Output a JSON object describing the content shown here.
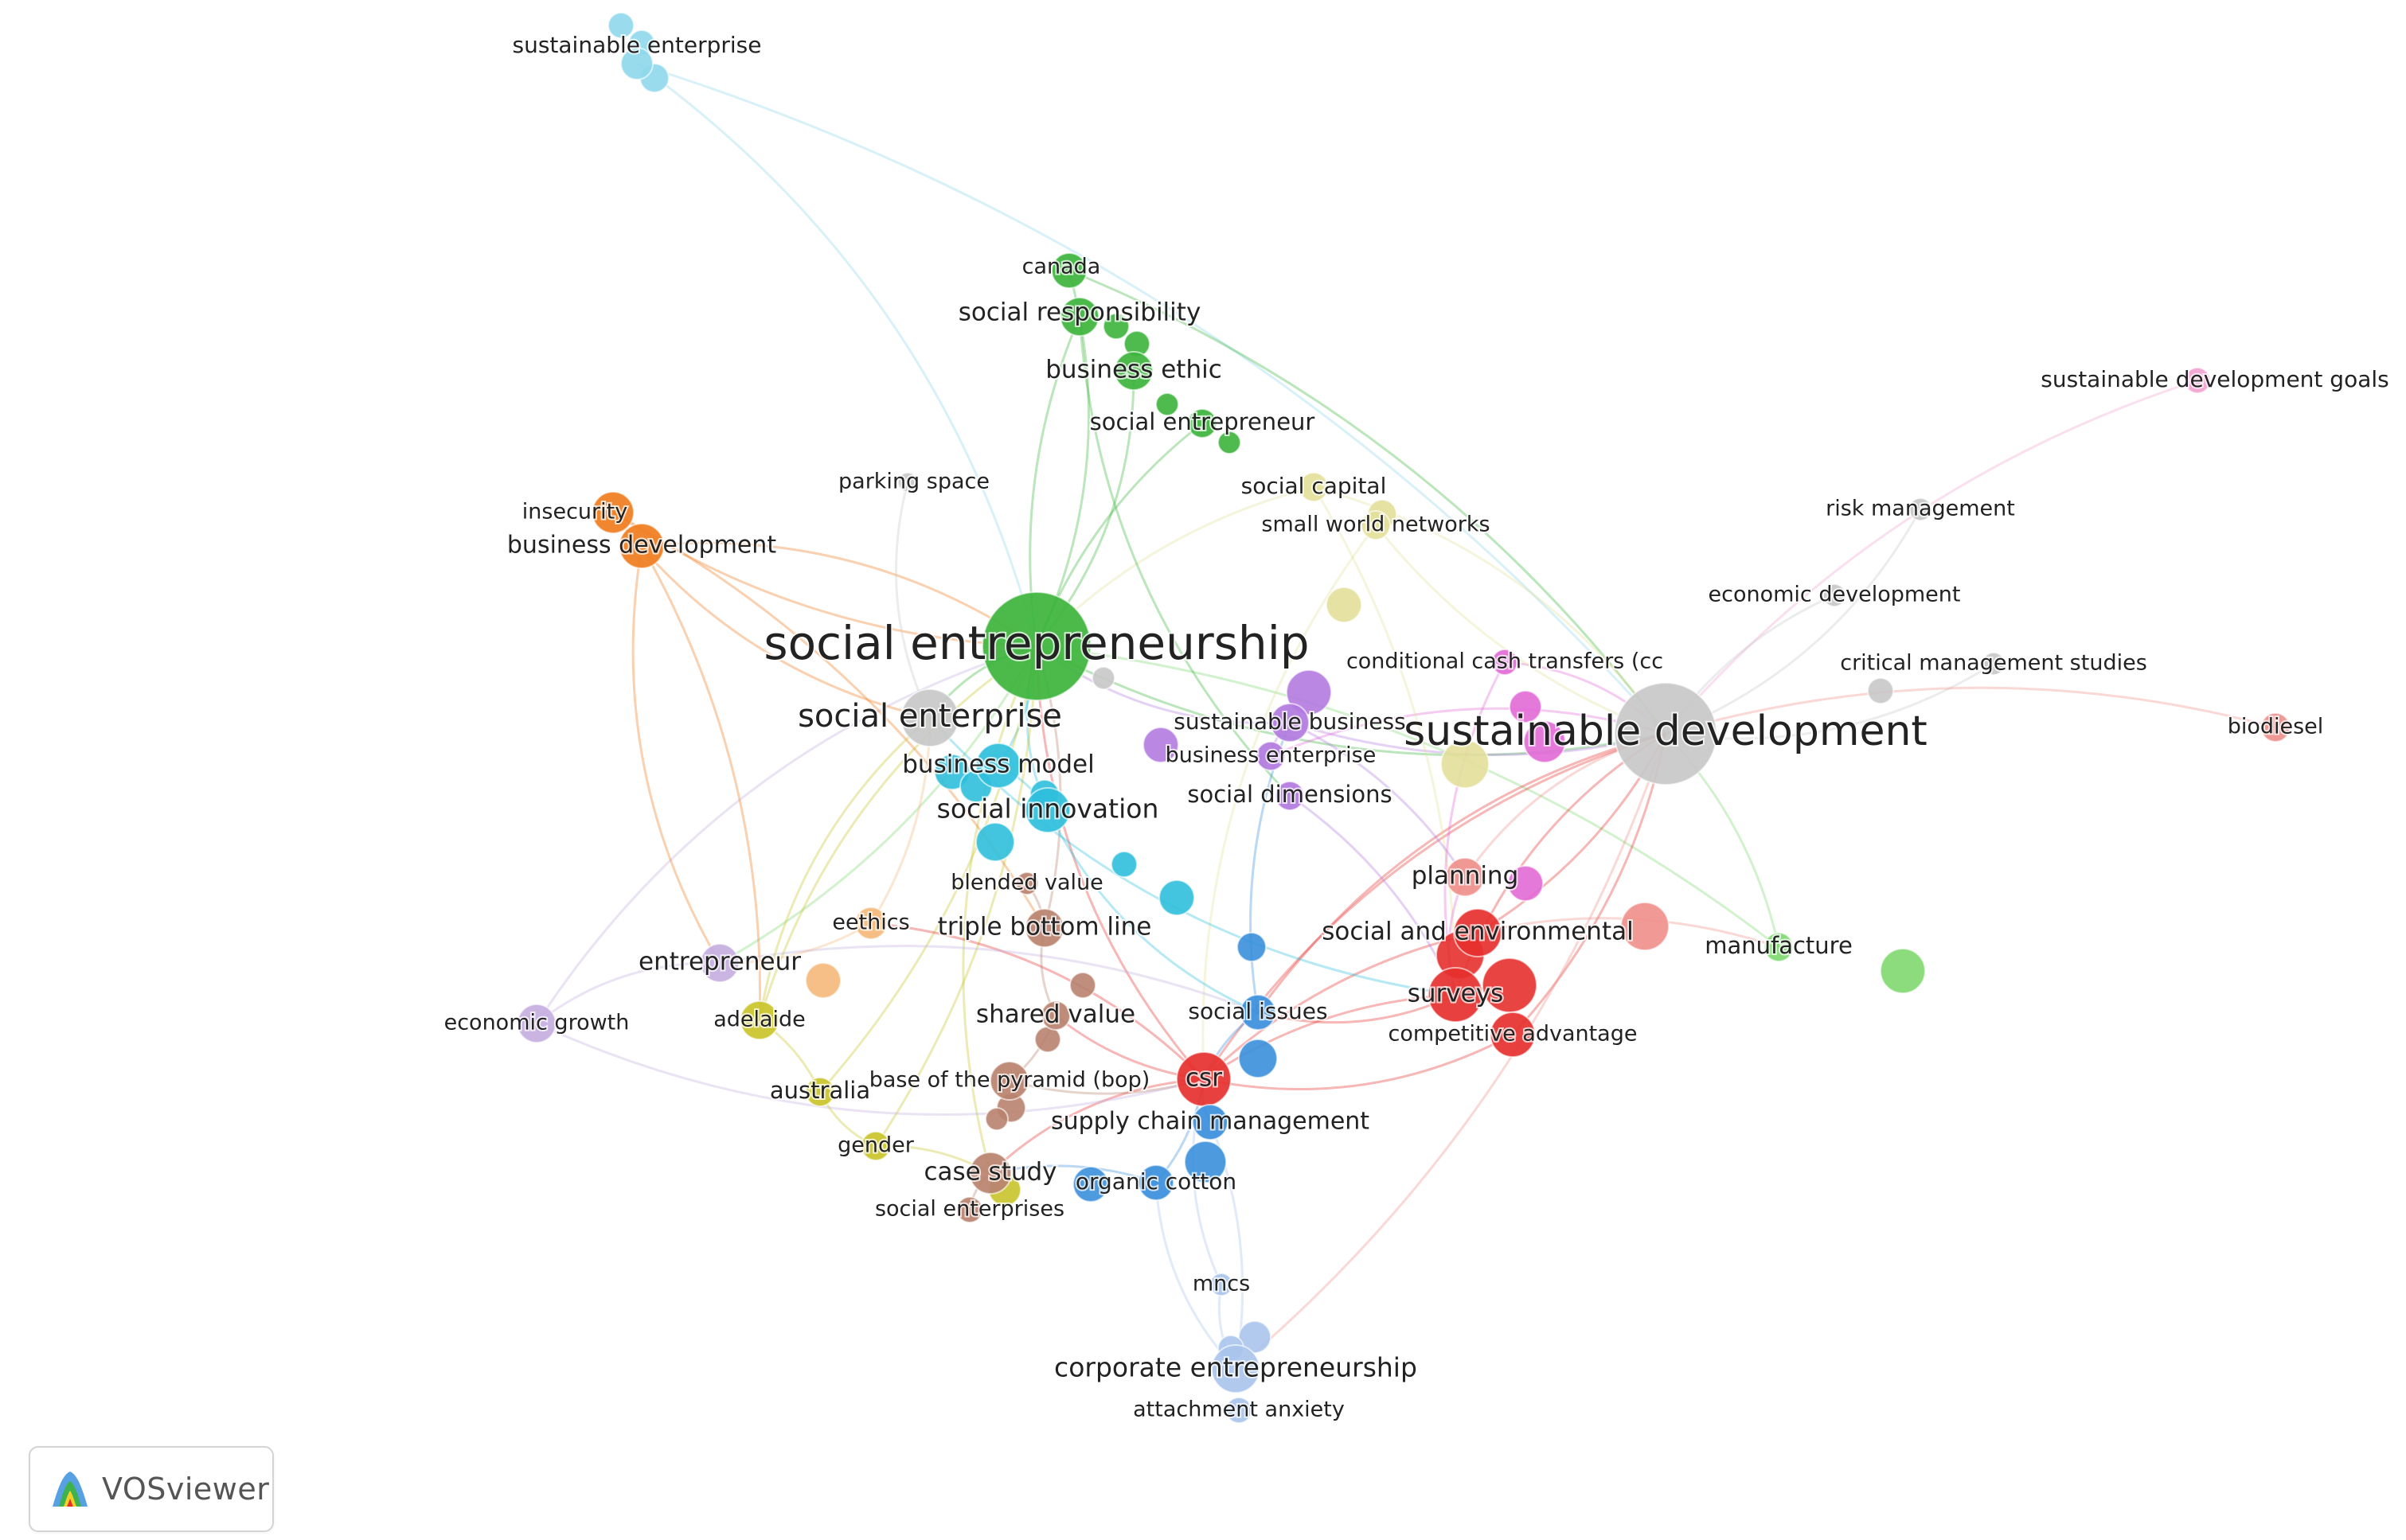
{
  "colors": {
    "gray": "#c8c8c8",
    "green": "#3cb43c",
    "cyan": "#2fbfdc",
    "lightblue": "#8fd8ec",
    "orange": "#f07c1e",
    "purple": "#b27ae0",
    "magenta": "#e26ad6",
    "olive": "#c9c42a",
    "red": "#e6302e",
    "salmon": "#ef8f8a",
    "blue": "#3a8fdc",
    "paleblue": "#a9c4ec",
    "brown": "#b8826e",
    "lime": "#7fd870",
    "lavender": "#c4aee0",
    "pink": "#f2a2d0",
    "khaki": "#e3df9a",
    "peach": "#f4b87a"
  },
  "labels": [
    {
      "id": "sustainable-enterprise",
      "text": "sustainable enterprise"
    },
    {
      "id": "canada",
      "text": "canada"
    },
    {
      "id": "social-responsibility",
      "text": "social responsibility"
    },
    {
      "id": "business-ethic",
      "text": "business ethic"
    },
    {
      "id": "social-entrepreneur",
      "text": "social entrepreneur"
    },
    {
      "id": "sustainable-development-goals",
      "text": "sustainable development goals"
    },
    {
      "id": "parking-space",
      "text": "parking space"
    },
    {
      "id": "social-capital",
      "text": "social capital"
    },
    {
      "id": "insecurity",
      "text": "insecurity"
    },
    {
      "id": "small-world-networks",
      "text": "small world networks"
    },
    {
      "id": "risk-management",
      "text": "risk management"
    },
    {
      "id": "business-development",
      "text": "business development"
    },
    {
      "id": "economic-development",
      "text": "economic development"
    },
    {
      "id": "social-entrepreneurship",
      "text": "social entrepreneurship"
    },
    {
      "id": "conditional-cash-transfers",
      "text": "conditional cash transfers (cc"
    },
    {
      "id": "critical-management-studies",
      "text": "critical management studies"
    },
    {
      "id": "social-enterprise",
      "text": "social enterprise"
    },
    {
      "id": "sustainable-business",
      "text": "sustainable business"
    },
    {
      "id": "sustainable-development",
      "text": "sustainable development"
    },
    {
      "id": "biodiesel",
      "text": "biodiesel"
    },
    {
      "id": "business-model",
      "text": "business model"
    },
    {
      "id": "business-enterprise",
      "text": "business enterprise"
    },
    {
      "id": "social-dimensions",
      "text": "social dimensions"
    },
    {
      "id": "social-innovation",
      "text": "social innovation"
    },
    {
      "id": "planning",
      "text": "planning"
    },
    {
      "id": "blended-value",
      "text": "blended value"
    },
    {
      "id": "eethics",
      "text": "eethics"
    },
    {
      "id": "triple-bottom-line",
      "text": "triple bottom line"
    },
    {
      "id": "social-and-environmental",
      "text": "social and environmental"
    },
    {
      "id": "manufacture",
      "text": "manufacture"
    },
    {
      "id": "entrepreneur",
      "text": "entrepreneur"
    },
    {
      "id": "surveys",
      "text": "surveys"
    },
    {
      "id": "shared-value",
      "text": "shared value"
    },
    {
      "id": "social-issues",
      "text": "social issues"
    },
    {
      "id": "economic-growth",
      "text": "economic growth"
    },
    {
      "id": "adelaide",
      "text": "adelaide"
    },
    {
      "id": "competitive-advantage",
      "text": "competitive advantage"
    },
    {
      "id": "base-of-the-pyramid",
      "text": "base of the pyramid (bop)"
    },
    {
      "id": "csr",
      "text": "csr"
    },
    {
      "id": "australia",
      "text": "australia"
    },
    {
      "id": "supply-chain-management",
      "text": "supply chain management"
    },
    {
      "id": "gender",
      "text": "gender"
    },
    {
      "id": "case-study",
      "text": "case study"
    },
    {
      "id": "organic-cotton",
      "text": "organic cotton"
    },
    {
      "id": "social-enterprises",
      "text": "social enterprises"
    },
    {
      "id": "mncs",
      "text": "mncs"
    },
    {
      "id": "corporate-entrepreneurship",
      "text": "corporate entrepreneurship"
    },
    {
      "id": "attachment-anxiety",
      "text": "attachment anxiety"
    }
  ],
  "brand": {
    "name": "VOSviewer"
  }
}
